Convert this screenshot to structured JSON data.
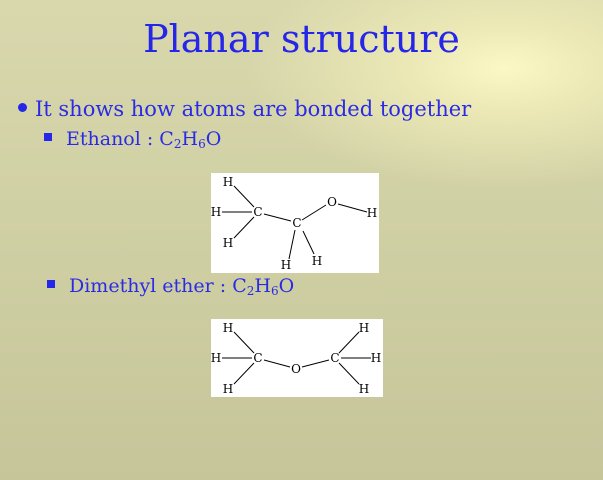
{
  "slide": {
    "title": "Planar structure",
    "main_bullet": "It shows how atoms are bonded together",
    "items": [
      {
        "label": "Ethanol : C",
        "sub1": "2",
        "mid": "H",
        "sub2": "6",
        "end": "O"
      },
      {
        "label": "Dimethyl ether : C",
        "sub1": "2",
        "mid": "H",
        "sub2": "6",
        "end": "O"
      }
    ]
  },
  "colors": {
    "text": "#2626e8",
    "panel": "#ffffff"
  },
  "atoms": {
    "carbon": "C",
    "hydrogen": "H",
    "oxygen": "O"
  }
}
